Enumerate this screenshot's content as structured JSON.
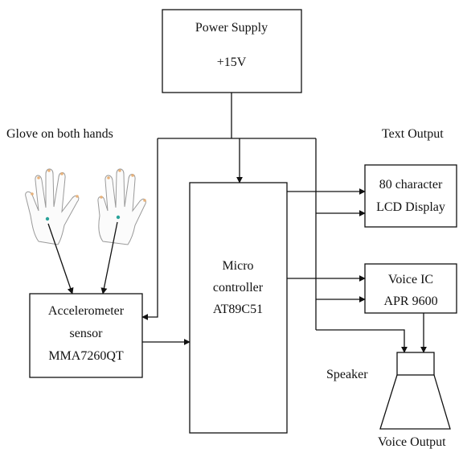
{
  "power_supply": {
    "title": "Power Supply",
    "voltage": "+15V"
  },
  "glove": {
    "caption": "Glove on both hands"
  },
  "text_output": {
    "caption": "Text Output"
  },
  "lcd": {
    "line1": "80 character",
    "line2": "LCD Display"
  },
  "microcontroller": {
    "line1": "Micro",
    "line2": "controller",
    "line3": "AT89C51"
  },
  "voice_ic": {
    "line1": "Voice IC",
    "line2": "APR 9600"
  },
  "accelerometer": {
    "line1": "Accelerometer",
    "line2": "sensor",
    "line3": "MMA7260QT"
  },
  "speaker": {
    "label": "Speaker"
  },
  "voice_output": {
    "caption": "Voice Output"
  },
  "colors": {
    "stroke": "#111111",
    "glove_outline": "#9a9a9a",
    "glove_fingertip": "#e8b27a",
    "sensor_dot": "#2aa39a"
  }
}
